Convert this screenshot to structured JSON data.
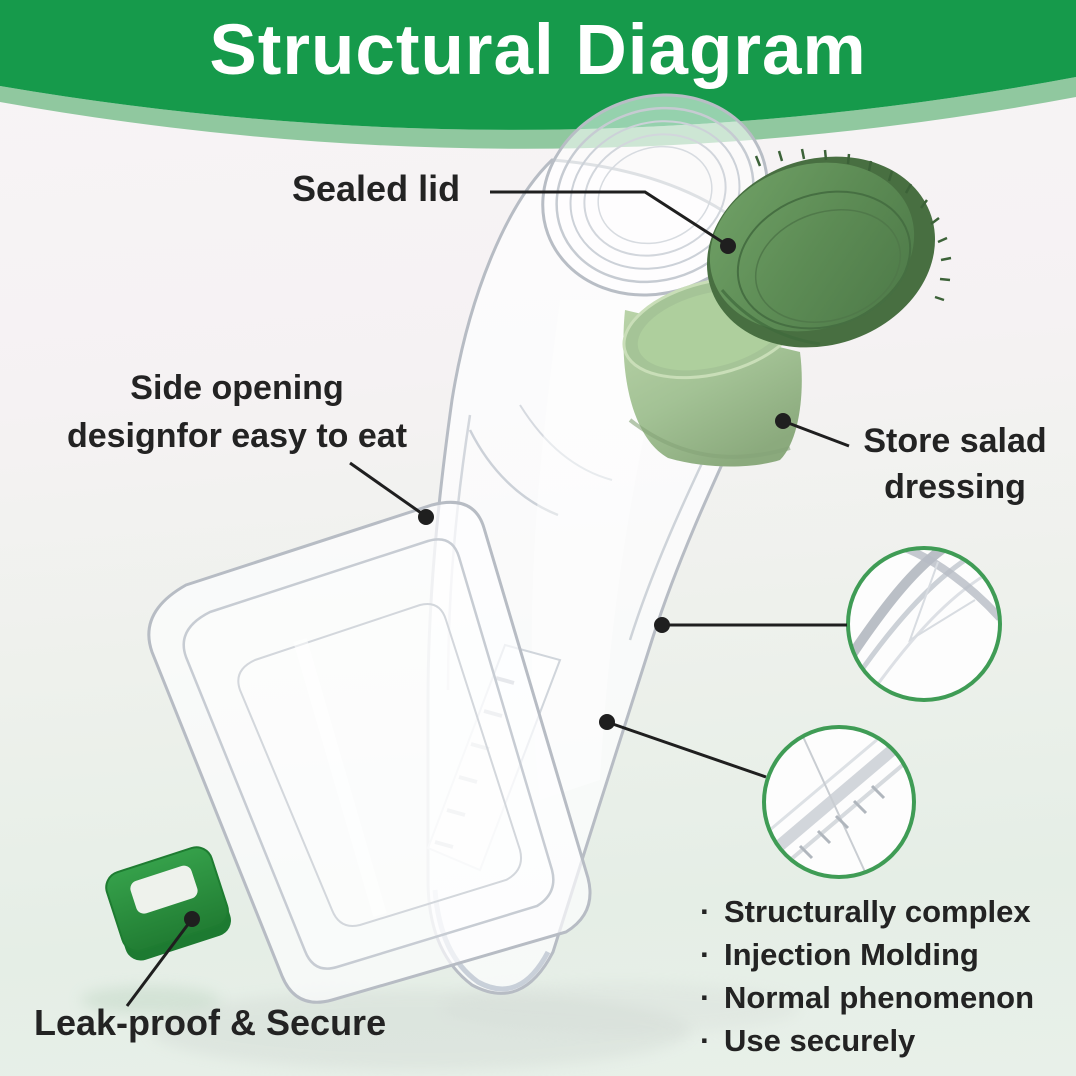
{
  "header": {
    "title": "Structural Diagram"
  },
  "labels": {
    "sealed_lid": "Sealed lid",
    "side_opening_line1": "Side opening",
    "side_opening_line2": "designfor easy to eat",
    "store_dressing_line1": "Store salad",
    "store_dressing_line2": "dressing",
    "leak_proof": "Leak-proof & Secure"
  },
  "notes": {
    "bullet": "·",
    "items": [
      "Structurally complex",
      "Injection Molding",
      "Normal phenomenon",
      "Use securely"
    ]
  },
  "colors": {
    "banner_green": "#169a4b",
    "banner_band": "#90c89f",
    "title_white": "#ffffff",
    "lid_rim": "#486f41",
    "cup_green": "#a5c497",
    "latch_green": "#2e9342",
    "latch_dark": "#1d7a31",
    "magnifier_ring": "#3f9c55",
    "leader_line": "#1f1f1f",
    "text_dark": "#232323"
  },
  "parts": {
    "lid": "sealed-lid-cap",
    "cup": "dressing-cup",
    "bottle": "main-bottle-body",
    "door": "side-opening-door",
    "latch": "leakproof-latch",
    "magnifier1": "corner-closeup",
    "magnifier2": "graduation-closeup"
  }
}
